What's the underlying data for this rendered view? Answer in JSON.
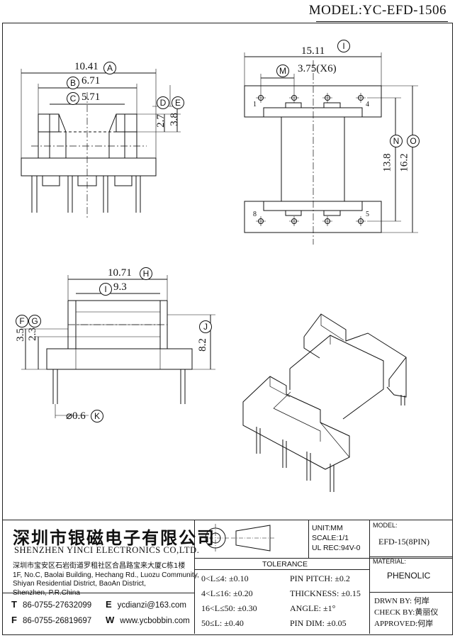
{
  "model_title": "MODEL:YC-EFD-1506",
  "views": {
    "front": {
      "A": {
        "value": "10.41",
        "tag": "A"
      },
      "B": {
        "value": "6.71",
        "tag": "B"
      },
      "C": {
        "value": "5.71",
        "tag": "C"
      },
      "D": {
        "value": "2.7",
        "tag": "D"
      },
      "E": {
        "value": "3.8",
        "tag": "E"
      }
    },
    "top": {
      "I": {
        "value": "15.11",
        "tag": "I"
      },
      "M": {
        "value": "3.75(X6)",
        "tag": "M"
      },
      "N": {
        "value": "13.8",
        "tag": "N"
      },
      "O": {
        "value": "16.2",
        "tag": "O"
      },
      "pins": [
        "1",
        "4",
        "8",
        "5"
      ]
    },
    "side": {
      "H": {
        "value": "10.71",
        "tag": "H"
      },
      "I": {
        "value": "9.3",
        "tag": "I"
      },
      "F": {
        "value": "3.5",
        "tag": "F"
      },
      "G": {
        "value": "2.3",
        "tag": "G"
      },
      "J": {
        "value": "8.2",
        "tag": "J"
      },
      "K": {
        "value": "⌀0.6",
        "tag": "K"
      }
    }
  },
  "title_block": {
    "company_cn": "深圳市银磁电子有限公司",
    "company_en": "SHENZHEN YINCI ELECTRONICS CO,LTD.",
    "address_cn": "深圳市宝安区石岩街道罗租社区合昌路宝来大厦C栋1楼",
    "address_en": [
      "1F, No.C, Baolai Building, Hechang Rd., Luozu Community,",
      "Shiyan Residential District, BaoAn District,",
      "Shenzhen, P.R.China"
    ],
    "tel_label": "T",
    "tel": "86-0755-27632099",
    "fax_label": "F",
    "fax": "86-0755-26819697",
    "email_label": "E",
    "email": "ycdianzi@163.com",
    "web_label": "W",
    "web": "www.ycbobbin.com",
    "unit": "UNIT:MM",
    "scale": "SCALE:1/1",
    "ul_rec": "UL REC:94V-0",
    "model_label": "MODEL:",
    "model_value": "EFD-15(8PIN)",
    "tolerance_label": "TOLERANCE",
    "tolerances_left": [
      "0<L≤4: ±0.10",
      "4<L≤16: ±0.20",
      "16<L≤50: ±0.30",
      "50≤L: ±0.40"
    ],
    "tolerances_right": [
      "PIN PITCH: ±0.2",
      "THICKNESS: ±0.15",
      "ANGLE: ±1°",
      "PIN DIM: ±0.05"
    ],
    "material_label": "MATERIAL:",
    "material_value": "PHENOLIC",
    "drawn_by": "DRWN BY: 何岸",
    "check_by": "CHECK BY:黄丽仪",
    "approved": "APPROVED:何岸"
  }
}
